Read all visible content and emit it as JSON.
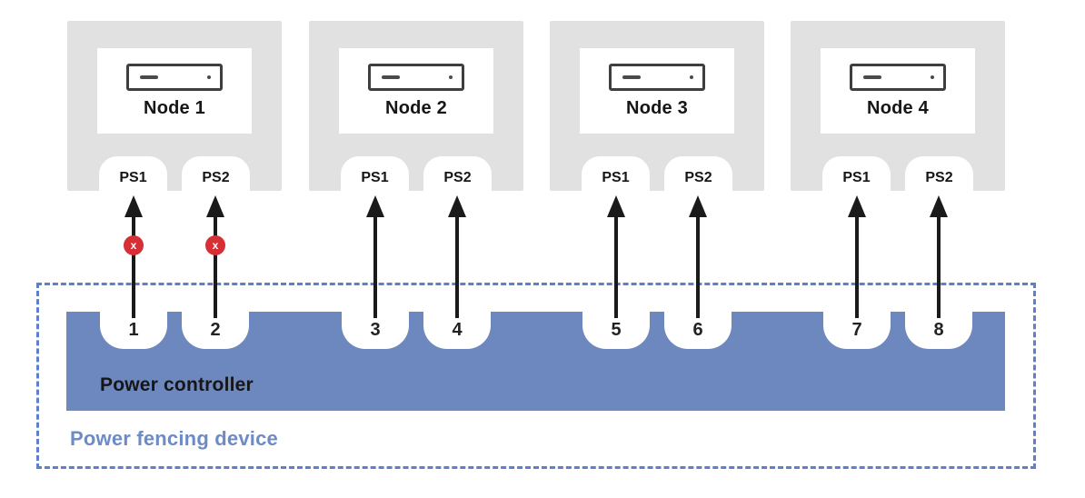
{
  "nodes": [
    {
      "label": "Node 1",
      "power_supplies": [
        "PS1",
        "PS2"
      ]
    },
    {
      "label": "Node 2",
      "power_supplies": [
        "PS1",
        "PS2"
      ]
    },
    {
      "label": "Node 3",
      "power_supplies": [
        "PS1",
        "PS2"
      ]
    },
    {
      "label": "Node 4",
      "power_supplies": [
        "PS1",
        "PS2"
      ]
    }
  ],
  "controller": {
    "label": "Power controller",
    "ports": [
      {
        "number": "1",
        "connects_to": "Node 1 PS1",
        "link_severed": true
      },
      {
        "number": "2",
        "connects_to": "Node 1 PS2",
        "link_severed": true
      },
      {
        "number": "3",
        "connects_to": "Node 2 PS1",
        "link_severed": false
      },
      {
        "number": "4",
        "connects_to": "Node 2 PS2",
        "link_severed": false
      },
      {
        "number": "5",
        "connects_to": "Node 3 PS1",
        "link_severed": false
      },
      {
        "number": "6",
        "connects_to": "Node 3 PS2",
        "link_severed": false
      },
      {
        "number": "7",
        "connects_to": "Node 4 PS1",
        "link_severed": false
      },
      {
        "number": "8",
        "connects_to": "Node 4 PS2",
        "link_severed": false
      }
    ]
  },
  "fencing_device": {
    "label": "Power fencing device"
  },
  "icons": {
    "severed_mark": "x",
    "server_icon": "server-front-panel"
  },
  "colors": {
    "node_background": "#e1e1e1",
    "controller_blue": "#6d87bf",
    "fence_dash_blue": "#5e80cc",
    "fence_label_blue": "#6d8bc7",
    "severed_red": "#d62f35",
    "arrow_black": "#1a1a1a"
  }
}
